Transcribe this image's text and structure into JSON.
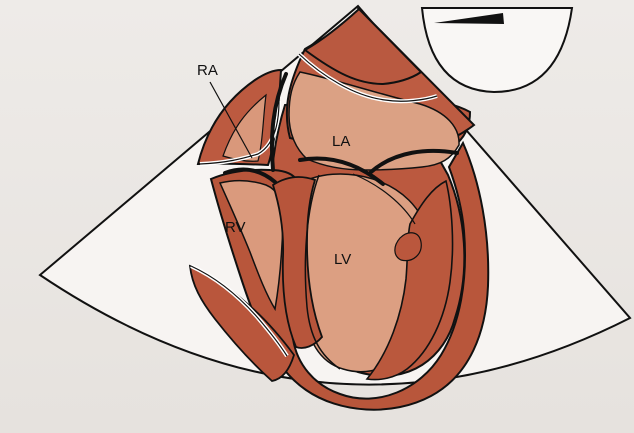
{
  "diagram": {
    "labels": {
      "ra": "RA",
      "la": "LA",
      "rv": "RV",
      "lv": "LV"
    },
    "colors": {
      "background": "#ebe7e3",
      "sector_fill": "#f6f3f1",
      "outline": "#111111",
      "myocardium": "#b8563b",
      "chamber": "#d99a7d"
    }
  }
}
